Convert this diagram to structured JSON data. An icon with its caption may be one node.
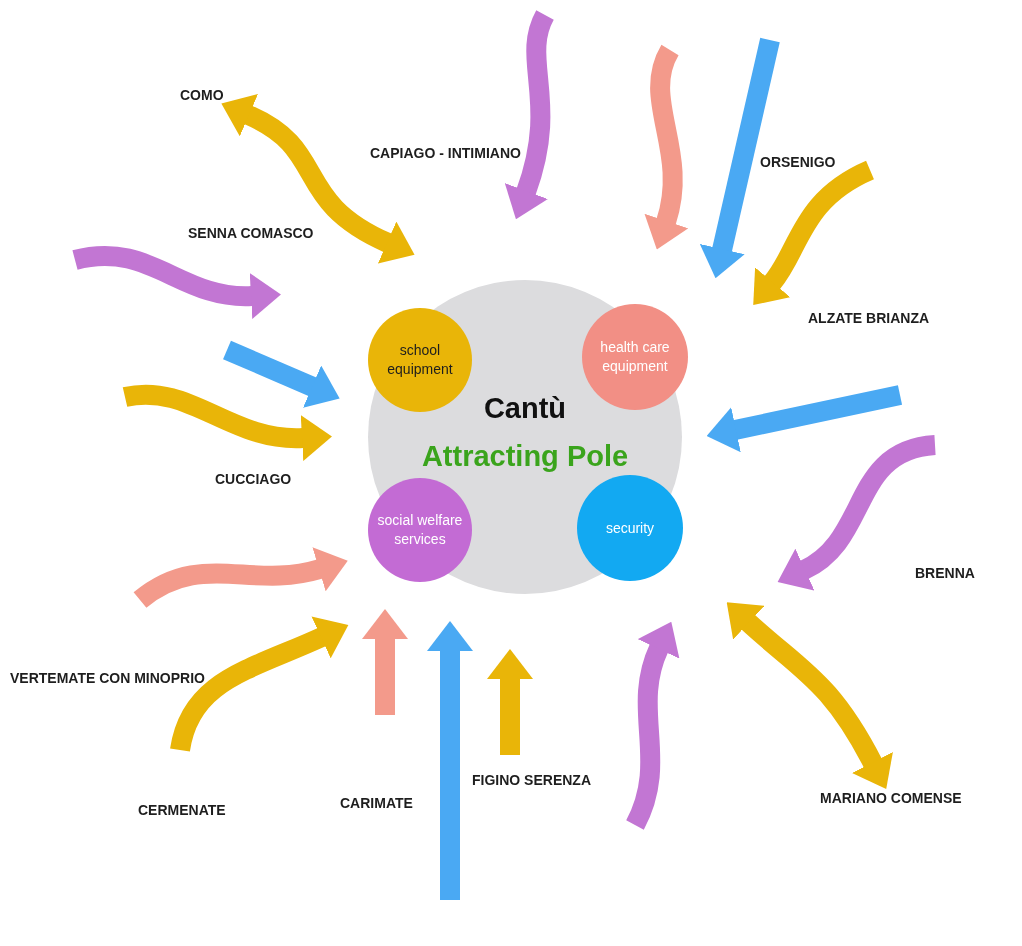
{
  "diagram": {
    "nodes": [
      {
        "text": [
          "Cantù",
          "Attracting Pole"
        ]
      },
      {
        "text": [
          "school equipment"
        ],
        "in": 0
      },
      {
        "text": [
          "health care equipment"
        ],
        "in": 0
      },
      {
        "text": [
          "social welfare services"
        ],
        "in": 0
      },
      {
        "text": [
          "security"
        ],
        "in": 0
      },
      {
        "text": [
          "COMO"
        ]
      },
      {
        "text": [
          "MARIANO COMENSE"
        ]
      }
    ],
    "edges": [
      {
        "from": 5,
        "to": 0,
        "arrow": "both",
        "color": "#e9b508"
      },
      {
        "from": null,
        "to": 0,
        "arrow": "to",
        "color": "#c276d3"
      },
      {
        "from": null,
        "to": 0,
        "arrow": "to",
        "color": "#f39a8b"
      },
      {
        "from": null,
        "to": 0,
        "arrow": "to",
        "color": "#4aa9f3"
      },
      {
        "from": null,
        "to": 0,
        "arrow": "to",
        "color": "#e9b508"
      },
      {
        "from": null,
        "to": 0,
        "arrow": "to",
        "color": "#c276d3"
      },
      {
        "from": null,
        "to": 0,
        "arrow": "to",
        "color": "#4aa9f3"
      },
      {
        "from": null,
        "to": 0,
        "arrow": "to",
        "color": "#e9b508"
      },
      {
        "from": null,
        "to": 0,
        "arrow": "to",
        "color": "#c276d3"
      },
      {
        "from": null,
        "to": 0,
        "arrow": "to",
        "color": "#4aa9f3"
      },
      {
        "from": null,
        "to": 0,
        "arrow": "to",
        "color": "#f39a8b"
      },
      {
        "from": null,
        "to": 0,
        "arrow": "to",
        "color": "#e9b508"
      },
      {
        "from": null,
        "to": 0,
        "arrow": "to",
        "color": "#f39a8b"
      },
      {
        "from": null,
        "to": 0,
        "arrow": "to",
        "color": "#e9b508"
      },
      {
        "from": 6,
        "to": 0,
        "arrow": "both",
        "color": "#e9b508"
      },
      {
        "from": null,
        "to": 0,
        "arrow": "to",
        "color": "#c276d3"
      },
      {
        "from": null,
        "to": 0,
        "arrow": "to",
        "color": "#4aa9f3"
      }
    ],
    "labels": [
      "CAPIAGO - INTIMIANO",
      "ORSENIGO",
      "SENNA COMASCO",
      "ALZATE BRIANZA",
      "CUCCIAGO",
      "BRENNA",
      "VERTEMATE CON MINOPRIO",
      "CERMENATE",
      "CARIMATE",
      "FIGINO SERENZA"
    ]
  }
}
